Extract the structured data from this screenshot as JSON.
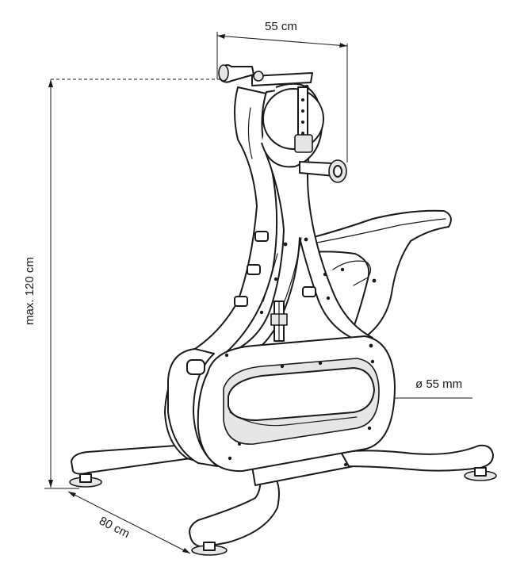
{
  "diagram": {
    "product": "pedal exerciser",
    "dimensions": [
      {
        "id": "width-top",
        "label": "55 cm"
      },
      {
        "id": "height",
        "label": "max. 120 cm"
      },
      {
        "id": "depth",
        "label": "80 cm"
      },
      {
        "id": "wheel-diameter",
        "label": "ø 55 mm"
      }
    ]
  },
  "colors": {
    "line": "#1a1a1a",
    "background": "#ffffff",
    "shade": "#e6e6e6"
  }
}
